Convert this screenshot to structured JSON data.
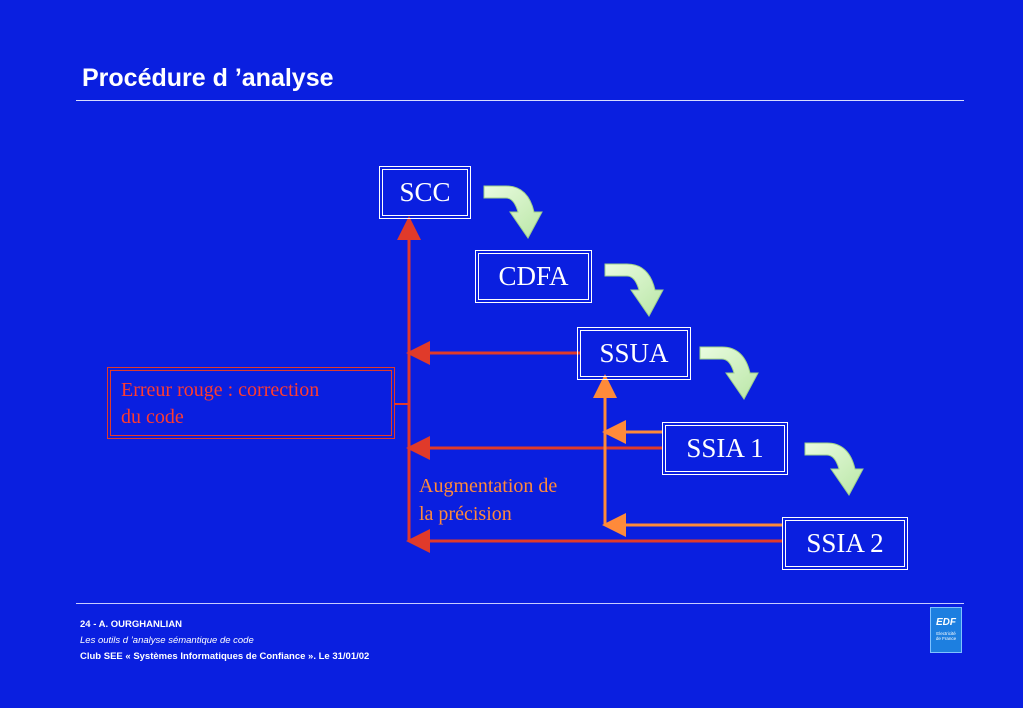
{
  "title": "Procédure d ’analyse",
  "nodes": {
    "scc": "SCC",
    "cdfa": "CDFA",
    "ssua": "SSUA",
    "ssia1": "SSIA 1",
    "ssia2": "SSIA 2"
  },
  "error_box": {
    "line1": "Erreur rouge : correction",
    "line2": "du code"
  },
  "precision_label": {
    "line1": "Augmentation de",
    "line2": "la précision"
  },
  "footer": {
    "line1": "24 - A. OURGHANLIAN",
    "line2": "Les outils d ’analyse sémantique de code",
    "line3": "Club SEE « Systèmes Informatiques de Confiance ». Le 31/01/02"
  },
  "logo": {
    "main": "EDF",
    "sub1": "Electricité",
    "sub2": "de France"
  },
  "colors": {
    "background": "#0a1fe0",
    "error_red": "#e03a2a",
    "precision_orange": "#ff8a3a",
    "flow_arrow": "#d8f5c4"
  },
  "icons": [
    "curved-arrow-icon",
    "logo-icon"
  ]
}
